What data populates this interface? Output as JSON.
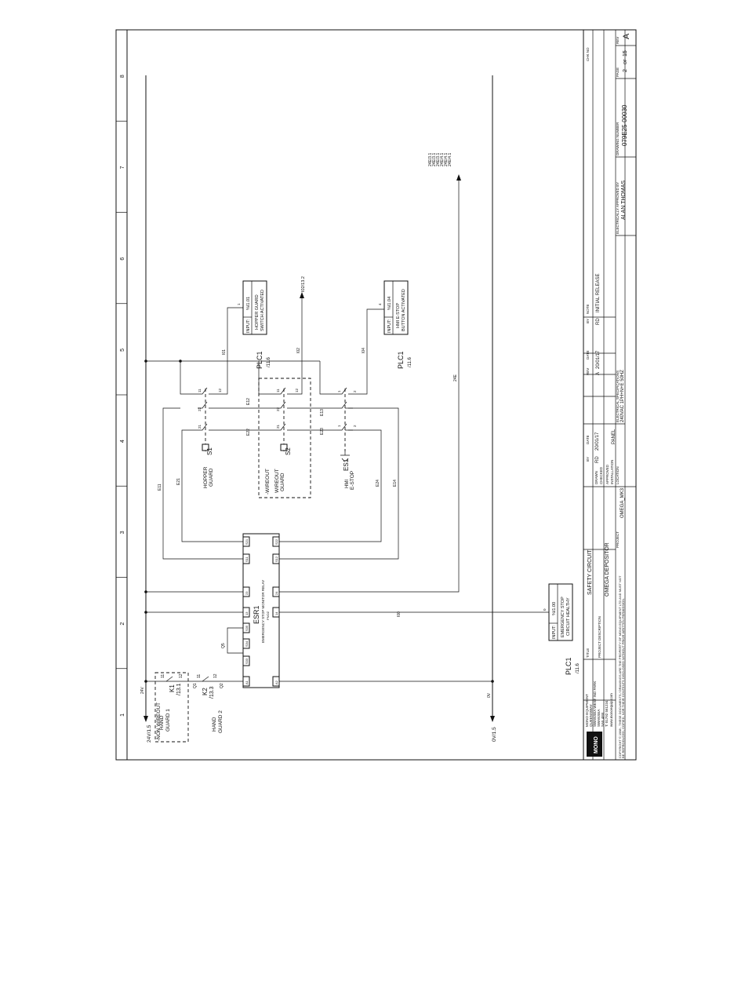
{
  "zones": [
    "1",
    "2",
    "3",
    "4",
    "5",
    "6",
    "7",
    "8"
  ],
  "rails": {
    "left_net": "24V",
    "left_ref": "24V/1.5",
    "right_net": "0V",
    "right_ref": "0V/1.5"
  },
  "hand_guards": {
    "group_tag": "-NON WIREOUT",
    "guard1_label": [
      "HAND",
      "GUARD 1"
    ],
    "guard1_relay": [
      "K1",
      "/13.1"
    ],
    "guard2_label": [
      "HAND",
      "GUARD 2"
    ],
    "guard2_relay": [
      "K2",
      "/13.3"
    ],
    "terminals": [
      "11",
      "12",
      "11",
      "12"
    ],
    "wires": [
      "Q1",
      "Q2"
    ]
  },
  "esr1": {
    "tag": "ESR1",
    "description": "EMERGENCY STOP MONITOR RELAY",
    "sub": "PNOZ",
    "top_terminals": [
      "A1",
      "S33",
      "S34",
      "S35",
      "13",
      "23",
      "S11",
      "S21"
    ],
    "bottom_terminals": [
      "A2",
      "14",
      "24",
      "S12",
      "S22"
    ],
    "wire_label": "Q5"
  },
  "devices": {
    "s1": {
      "tag": "S1",
      "name": [
        "HOPPER",
        "GUARD"
      ],
      "contacts": [
        "21",
        "22",
        "11",
        "12"
      ]
    },
    "s2": {
      "tag": "S2",
      "name": [
        "WIREOUT",
        "GUARD"
      ],
      "group_tag": "-WIREOUT",
      "contacts": [
        "21",
        "22",
        "11",
        "12"
      ]
    },
    "es1": {
      "tag": "ES1",
      "name": [
        "HMI",
        "E-STOP"
      ],
      "contacts": [
        "1",
        "2",
        "1",
        "2"
      ]
    }
  },
  "wires": [
    "E11",
    "E21",
    "E12",
    "E22",
    "E13",
    "E23",
    "E14",
    "E24",
    "I01",
    "I02",
    "I04",
    "I00",
    "24E"
  ],
  "plc": [
    {
      "tag": "PLC1",
      "ref": "/11.6",
      "input": "INPUT:",
      "address": "%I1.01",
      "text": [
        "HOPPER GUARD",
        "SWITCH ACTIVATED"
      ],
      "pin": "1"
    },
    {
      "tag": "PLC1",
      "ref": "/11.6",
      "input": "INPUT:",
      "address": "%I1.04",
      "text": [
        "HMI E-STOP",
        "BUTTON ACTIVATED"
      ],
      "pin": "4"
    },
    {
      "tag": "PLC1",
      "ref": "/11.6",
      "input": "INPUT:",
      "address": "%I1.00",
      "text": [
        "EMERGENCY STOP",
        "CIRCUIT HEALTHY"
      ],
      "pin": "0"
    }
  ],
  "cross_refs": {
    "i02": "I02/13.2",
    "e24": [
      "24E/3.1",
      "24E/3.1",
      "24E/3.1",
      "24E/4.1",
      "24E/4.1",
      "24E/4.1"
    ]
  },
  "title_block": {
    "company": [
      "MONO EQUIPMENT",
      "QUEENSWAY",
      "SWANSEA WEST IND PARK",
      "SWANSEA",
      "SA5 4EB",
      "T: 01792 561234"
    ],
    "website": "www.monoequip.com",
    "copyright": [
      "COPYRIGHT © 1988 - THESE DOCUMENTS / DRAWINGS ARE THE PROPERTY OF MONO EQUIPMENT LTD AND MUST NOT",
      "BE REPRODUCED, COPIED, NOR THEIR CONTENTS DISCLOSED WITHOUT PRIOR WRITTEN PERMISSION."
    ],
    "title_label": "TITLE",
    "title": "SAFETY CIRCUIT",
    "desc_label": "PROJECT DESCRIPTION",
    "description": "OMEGA DEPOSITOR",
    "project_label": "PROJECT",
    "project": "OMEGA_MK3",
    "rev_headers": [
      "REV",
      "DATE",
      "BY",
      "NOTE"
    ],
    "rev_row": [
      "A",
      "20/01/17",
      "RD",
      "INITIAL RELEASE"
    ],
    "drawn_headers": [
      "BY",
      "DATE"
    ],
    "drawn_row": [
      "DRAWN",
      "RD",
      "20/01/17"
    ],
    "checked": "CHECKED",
    "approved": "APPROVED",
    "installation_label": "INSTALLATION",
    "installation": "PANEL",
    "location_label": "LOCATION",
    "elec_label": "ELECTRICAL SPECIFICATIONS",
    "elec": "240VAC 1PH+N+E 50HZ",
    "approved_by_label": "ELECTRICALLY APPROVED BY",
    "approved_by": "ALAN THOMAS",
    "drawing_label": "DRAWING NUMBER",
    "drawing": "079E25-00030",
    "page_label": "PAGE",
    "page": "2",
    "of": "OF",
    "pages": "15",
    "rev_label": "REV",
    "rev": "A",
    "check_label": "CHK NO"
  }
}
